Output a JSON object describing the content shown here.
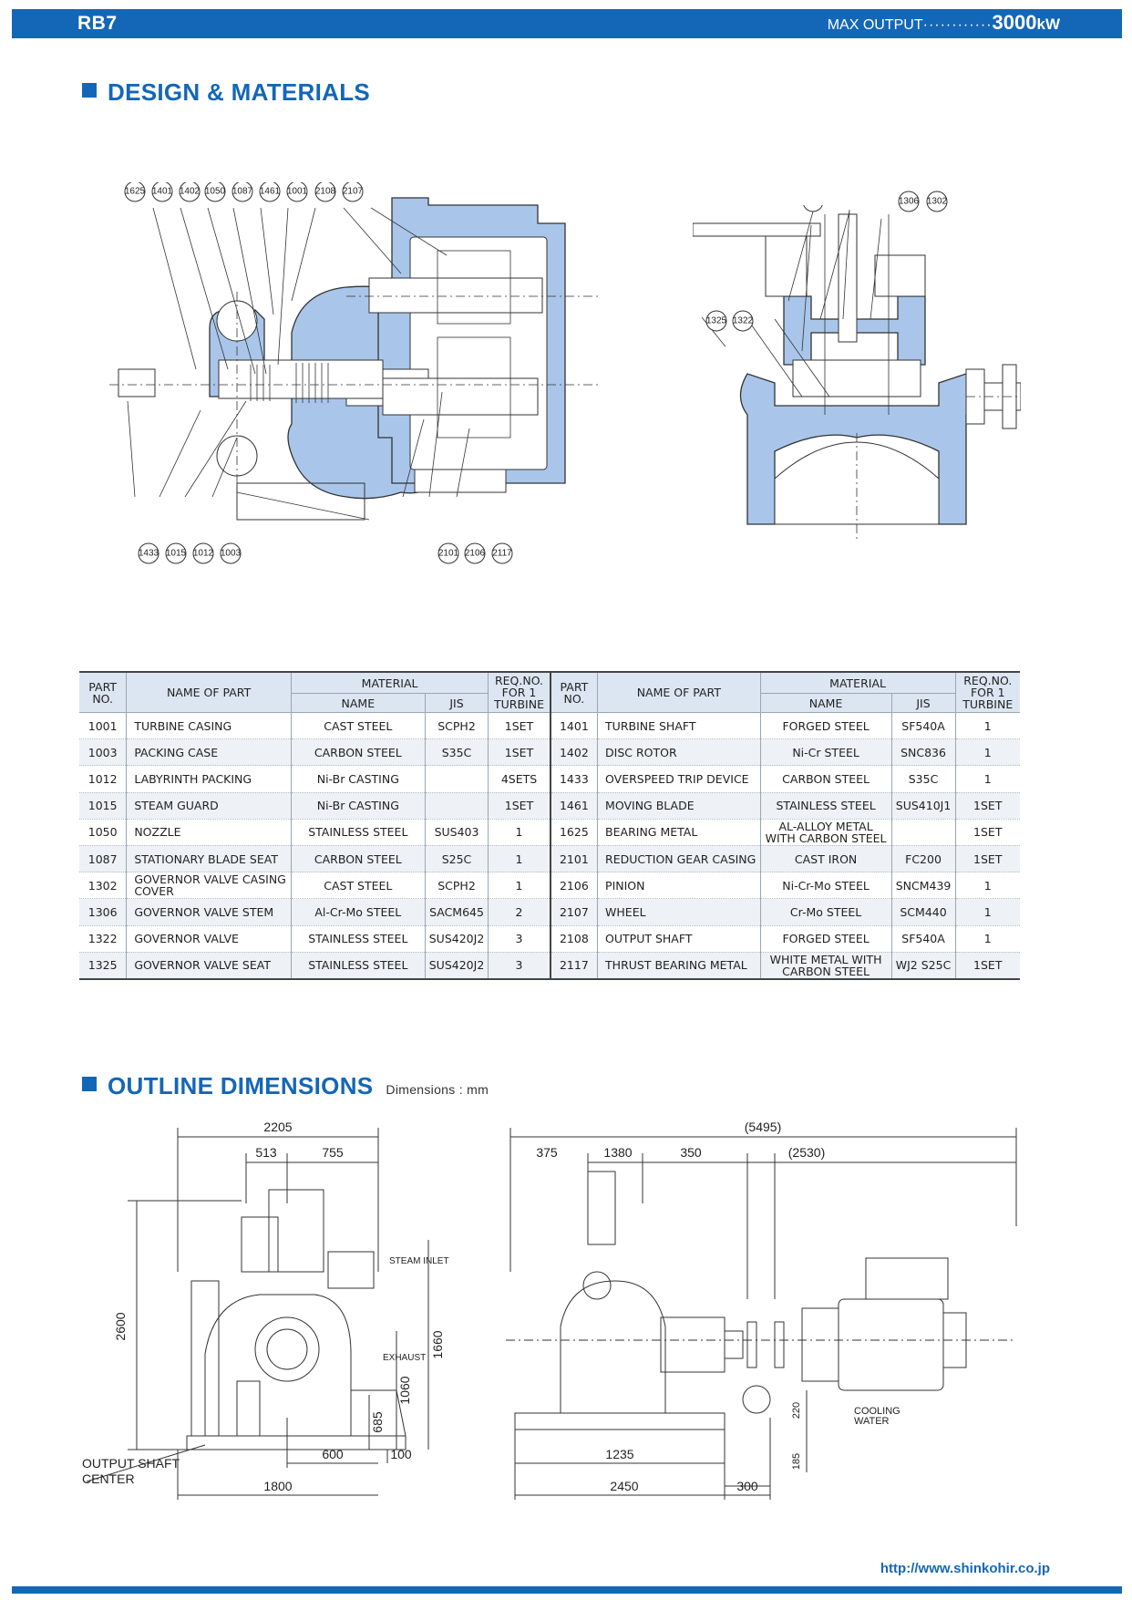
{
  "header": {
    "model": "RB7",
    "max_output_label": "MAX OUTPUT",
    "max_output_dots": "············",
    "max_output_value": "3000",
    "max_output_unit": "kW"
  },
  "design": {
    "title": "DESIGN & MATERIALS",
    "callouts_left_top": [
      "1625",
      "1401",
      "1402",
      "1050",
      "1087",
      "1461",
      "1001",
      "2108",
      "2107"
    ],
    "callouts_left_bottom": [
      "1433",
      "1015",
      "1012",
      "1003"
    ],
    "callouts_center_bottom": [
      "2101",
      "2106",
      "2117"
    ],
    "callouts_right_top": [
      "1306",
      "1302"
    ],
    "callouts_right_mid": [
      "1325",
      "1322"
    ]
  },
  "table": {
    "headers": {
      "part_no": "PART NO.",
      "name_of_part": "NAME OF PART",
      "material": "MATERIAL",
      "name": "NAME",
      "jis": "JIS",
      "req": "REQ.NO. FOR 1 TURBINE"
    },
    "rows": [
      {
        "no": "1001",
        "name": "TURBINE CASING",
        "mat": "CAST STEEL",
        "jis": "SCPH2",
        "req": "1SET",
        "no2": "1401",
        "name2": "TURBINE SHAFT",
        "mat2": "FORGED STEEL",
        "jis2": "SF540A",
        "req2": "1"
      },
      {
        "no": "1003",
        "name": "PACKING CASE",
        "mat": "CARBON STEEL",
        "jis": "S35C",
        "req": "1SET",
        "no2": "1402",
        "name2": "DISC ROTOR",
        "mat2": "Ni-Cr STEEL",
        "jis2": "SNC836",
        "req2": "1"
      },
      {
        "no": "1012",
        "name": "LABYRINTH PACKING",
        "mat": "Ni-Br CASTING",
        "jis": "",
        "req": "4SETS",
        "no2": "1433",
        "name2": "OVERSPEED TRIP DEVICE",
        "mat2": "CARBON STEEL",
        "jis2": "S35C",
        "req2": "1"
      },
      {
        "no": "1015",
        "name": "STEAM GUARD",
        "mat": "Ni-Br CASTING",
        "jis": "",
        "req": "1SET",
        "no2": "1461",
        "name2": "MOVING BLADE",
        "mat2": "STAINLESS STEEL",
        "jis2": "SUS410J1",
        "req2": "1SET"
      },
      {
        "no": "1050",
        "name": "NOZZLE",
        "mat": "STAINLESS STEEL",
        "jis": "SUS403",
        "req": "1",
        "no2": "1625",
        "name2": "BEARING METAL",
        "mat2": "AL-ALLOY METAL WITH CARBON STEEL",
        "jis2": "",
        "req2": "1SET"
      },
      {
        "no": "1087",
        "name": "STATIONARY BLADE SEAT",
        "mat": "CARBON STEEL",
        "jis": "S25C",
        "req": "1",
        "no2": "2101",
        "name2": "REDUCTION GEAR CASING",
        "mat2": "CAST IRON",
        "jis2": "FC200",
        "req2": "1SET"
      },
      {
        "no": "1302",
        "name": "GOVERNOR VALVE CASING COVER",
        "mat": "CAST STEEL",
        "jis": "SCPH2",
        "req": "1",
        "no2": "2106",
        "name2": "PINION",
        "mat2": "Ni-Cr-Mo STEEL",
        "jis2": "SNCM439",
        "req2": "1"
      },
      {
        "no": "1306",
        "name": "GOVERNOR VALVE STEM",
        "mat": "Al-Cr-Mo STEEL",
        "jis": "SACM645",
        "req": "2",
        "no2": "2107",
        "name2": "WHEEL",
        "mat2": "Cr-Mo STEEL",
        "jis2": "SCM440",
        "req2": "1"
      },
      {
        "no": "1322",
        "name": "GOVERNOR VALVE",
        "mat": "STAINLESS STEEL",
        "jis": "SUS420J2",
        "req": "3",
        "no2": "2108",
        "name2": "OUTPUT SHAFT",
        "mat2": "FORGED STEEL",
        "jis2": "SF540A",
        "req2": "1"
      },
      {
        "no": "1325",
        "name": "GOVERNOR VALVE SEAT",
        "mat": "STAINLESS STEEL",
        "jis": "SUS420J2",
        "req": "3",
        "no2": "2117",
        "name2": "THRUST BEARING METAL",
        "mat2": "WHITE METAL WITH CARBON STEEL",
        "jis2": "WJ2 S25C",
        "req2": "1SET"
      }
    ]
  },
  "outline": {
    "title": "OUTLINE DIMENSIONS",
    "subtitle": "Dimensions : mm",
    "left": {
      "d2205": "2205",
      "d513": "513",
      "d755": "755",
      "d2600": "2600",
      "d1660": "1660",
      "d1060": "1060",
      "d685": "685",
      "d600": "600",
      "d100": "100",
      "d1800": "1800",
      "steam_inlet": "STEAM INLET",
      "exhaust": "EXHAUST",
      "output_shaft": "OUTPUT SHAFT",
      "center": "CENTER"
    },
    "right": {
      "d5495": "(5495)",
      "d375": "375",
      "d1380": "1380",
      "d350": "350",
      "d2530": "(2530)",
      "d220": "220",
      "d185": "185",
      "d1235": "1235",
      "d2450": "2450",
      "d300": "300",
      "cooling": "COOLING",
      "water": "WATER"
    }
  },
  "footer": {
    "url": "http://www.shinkohir.co.jp"
  },
  "colors": {
    "brand_blue": "#1467b7",
    "casing_fill": "#a9c6ea",
    "header_fill": "#dce6f2"
  }
}
